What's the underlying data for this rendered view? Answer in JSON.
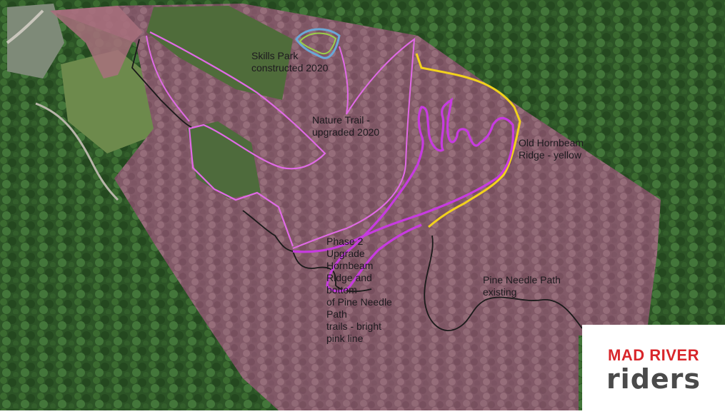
{
  "map": {
    "labels": {
      "skills_park": "Skills Park\nconstructed 2020",
      "nature_trail": "Nature Trail -\nupgraded 2020",
      "old_hornbeam": "Old Hornbeam\nRidge - yellow",
      "phase2": "Phase 2\nUpgrade\nHornbeam\nRidge and\nbottom\nof Pine Needle\nPath\ntrails - bright\npink line",
      "pine_needle": "Pine Needle Path\nexisting"
    },
    "logo": {
      "line1": "MAD RIVER",
      "line2": "riders"
    },
    "colors": {
      "forest": "#2f5a2b",
      "property_overlay": "#8c5f70",
      "field": "#5d7a45",
      "trail_pink": "#e05ae8",
      "trail_bright_pink": "#c73be0",
      "trail_yellow": "#f2d21c",
      "trail_black": "#1a1a1a",
      "logo_red": "#d8262b",
      "logo_gray": "#4a4a4a"
    }
  }
}
